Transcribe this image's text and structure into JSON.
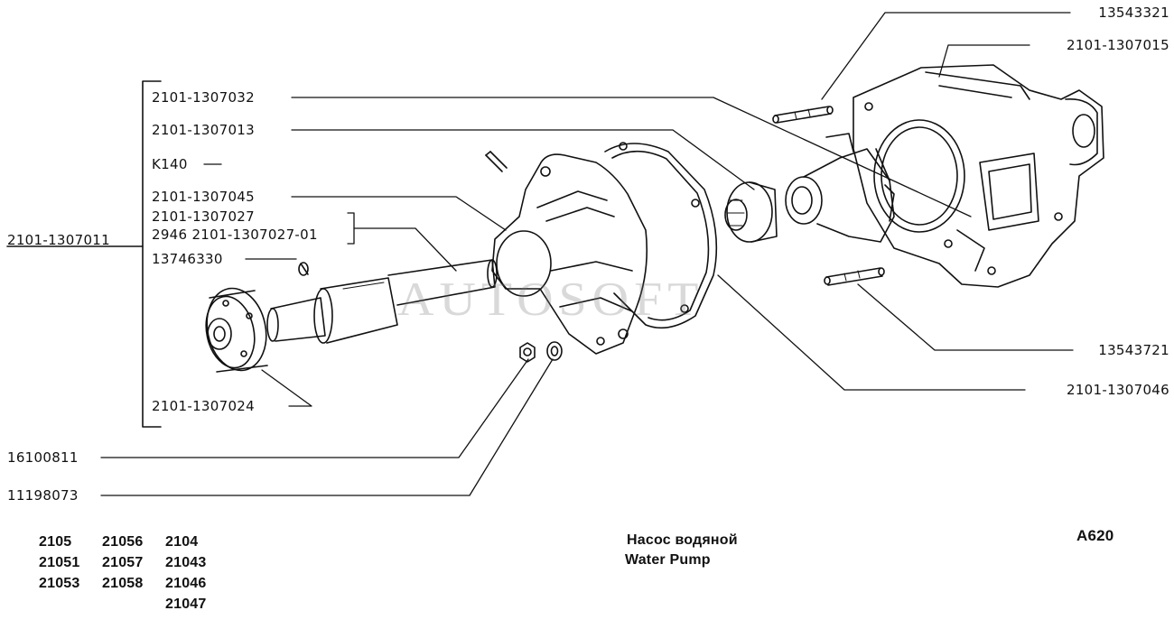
{
  "watermark": "AUTOSOFT",
  "part_labels": {
    "p2101_1307011": "2101-1307011",
    "p2101_1307032": "2101-1307032",
    "p2101_1307013": "2101-1307013",
    "pK140": "K140",
    "p2101_1307045": "2101-1307045",
    "p2101_1307027": "2101-1307027",
    "p2946": "2946 2101-1307027-01",
    "p13746330": "13746330",
    "p2101_1307024": "2101-1307024",
    "p16100811": "16100811",
    "p11198073": "11198073",
    "p13543321": "13543321",
    "p2101_1307015": "2101-1307015",
    "p13543721": "13543721",
    "p2101_1307046": "2101-1307046"
  },
  "models": {
    "col1": [
      "2105",
      "21051",
      "21053"
    ],
    "col2": [
      "21056",
      "21057",
      "21058"
    ],
    "col3": [
      "2104",
      "21043",
      "21046",
      "21047"
    ]
  },
  "title": {
    "ru": "Насос водяной",
    "en": "Water Pump"
  },
  "diagram_code": "A620",
  "colors": {
    "ink": "#111111",
    "paper": "#ffffff",
    "watermark": "#9a9a9a"
  }
}
